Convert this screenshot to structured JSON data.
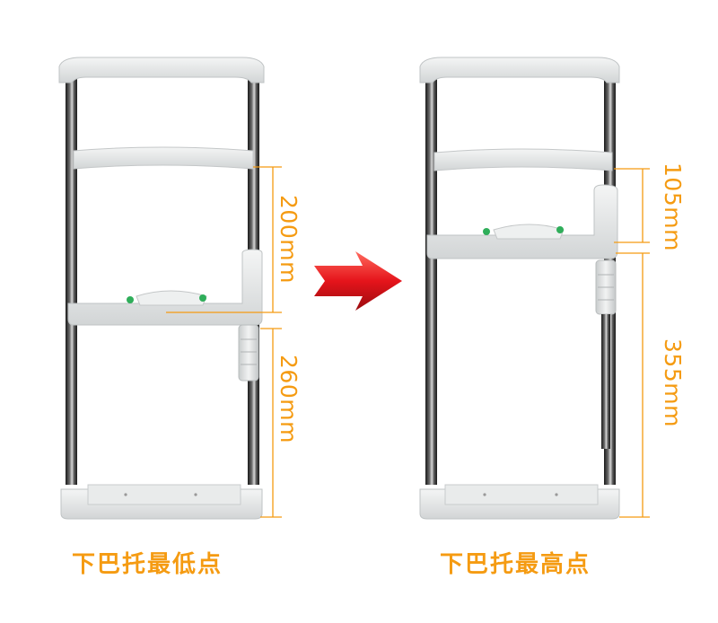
{
  "left": {
    "dim_upper": "200mm",
    "dim_lower": "260mm",
    "caption": "下巴托最低点"
  },
  "right": {
    "dim_upper": "105mm",
    "dim_lower": "355mm",
    "caption": "下巴托最高点"
  },
  "colors": {
    "accent": "#f59b12",
    "arrow": "#e5141b",
    "frame": "#e6e8e8",
    "rod": "#2b2b2b"
  }
}
